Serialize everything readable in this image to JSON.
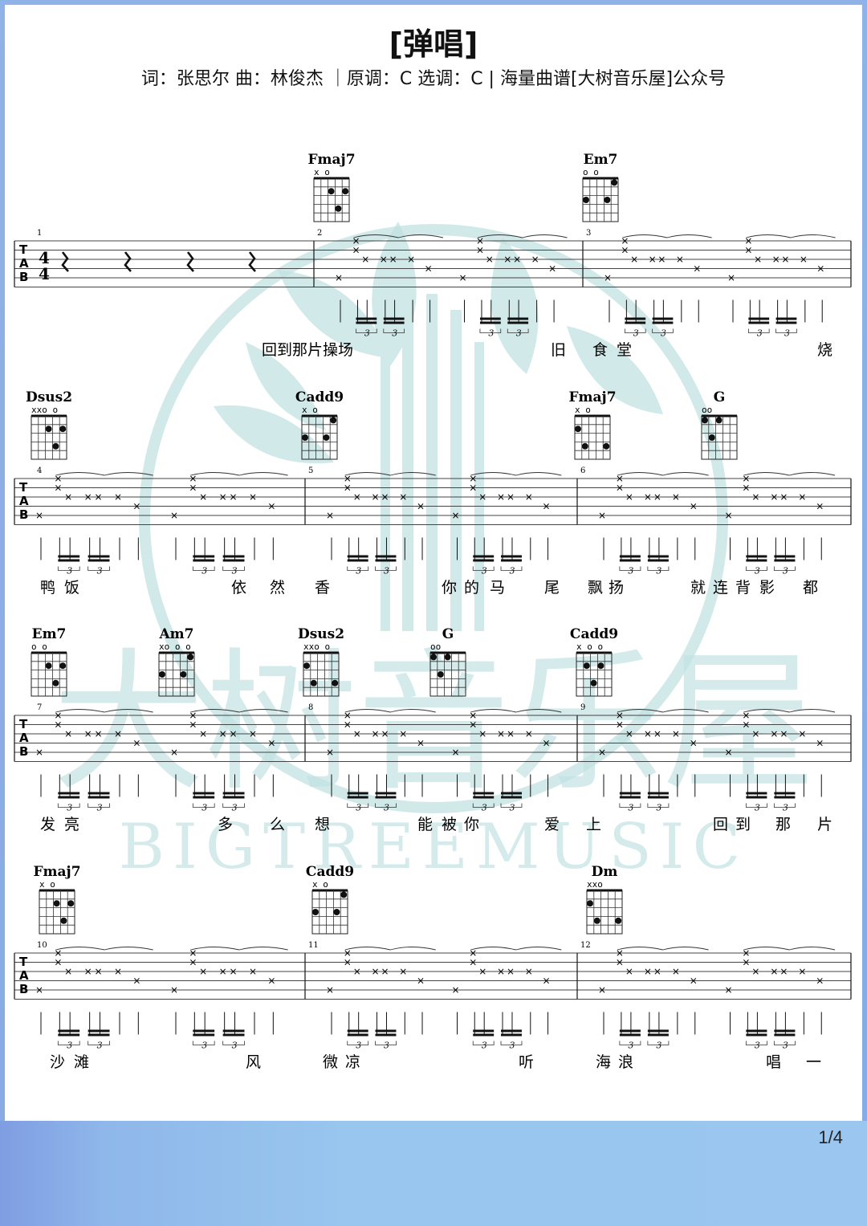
{
  "title": "[弹唱]",
  "subtitle": "词：张思尔 曲：林俊杰 ｜原调：C 选调：C | 海量曲谱[大树音乐屋]公众号",
  "watermark": {
    "cn": "大树音乐屋",
    "en": "BIGTREEMUSIC"
  },
  "page_indicator": "1/4",
  "colors": {
    "frame": "#8fb2e8",
    "watermark": "#b9dcdf",
    "ink": "#111111"
  },
  "staff_clef": "TAB",
  "time_signature": {
    "top": "4",
    "bottom": "4"
  },
  "systems": [
    {
      "measures": [
        1,
        2,
        3
      ],
      "chords": [
        {
          "name": "Fmaj7",
          "marks": "x  o"
        },
        {
          "name": "Em7",
          "marks": "o  o"
        }
      ],
      "lyrics": [
        "回到那片操场",
        "旧",
        "食",
        "堂",
        "烧"
      ]
    },
    {
      "measures": [
        4,
        5,
        6
      ],
      "chords": [
        {
          "name": "Dsus2",
          "marks": "xxo o"
        },
        {
          "name": "Cadd9",
          "marks": "x   o"
        },
        {
          "name": "Fmaj7",
          "marks": "x  o"
        },
        {
          "name": "G",
          "marks": "oo"
        }
      ],
      "lyrics": [
        "鸭",
        "饭",
        "依",
        "然",
        "香",
        "你",
        "的",
        "马",
        "尾",
        "飘",
        "扬",
        "就",
        "连",
        "背",
        "影",
        "都"
      ]
    },
    {
      "measures": [
        7,
        8,
        9
      ],
      "chords": [
        {
          "name": "Em7",
          "marks": "o  o"
        },
        {
          "name": "Am7",
          "marks": "xo o o"
        },
        {
          "name": "Dsus2",
          "marks": "xxo o"
        },
        {
          "name": "G",
          "marks": "oo"
        },
        {
          "name": "Cadd9",
          "marks": "x  o o"
        }
      ],
      "lyrics": [
        "发",
        "亮",
        "多",
        "么",
        "想",
        "能",
        "被",
        "你",
        "爱",
        "上",
        "回",
        "到",
        "那",
        "片"
      ]
    },
    {
      "measures": [
        10,
        11,
        12
      ],
      "chords": [
        {
          "name": "Fmaj7",
          "marks": "x  o"
        },
        {
          "name": "Cadd9",
          "marks": "x   o"
        },
        {
          "name": "Dm",
          "marks": "xxo"
        }
      ],
      "lyrics": [
        "沙",
        "滩",
        "风",
        "微",
        "凉",
        "听",
        "海",
        "浪",
        "唱",
        "一"
      ]
    }
  ],
  "triplet_label": "3"
}
